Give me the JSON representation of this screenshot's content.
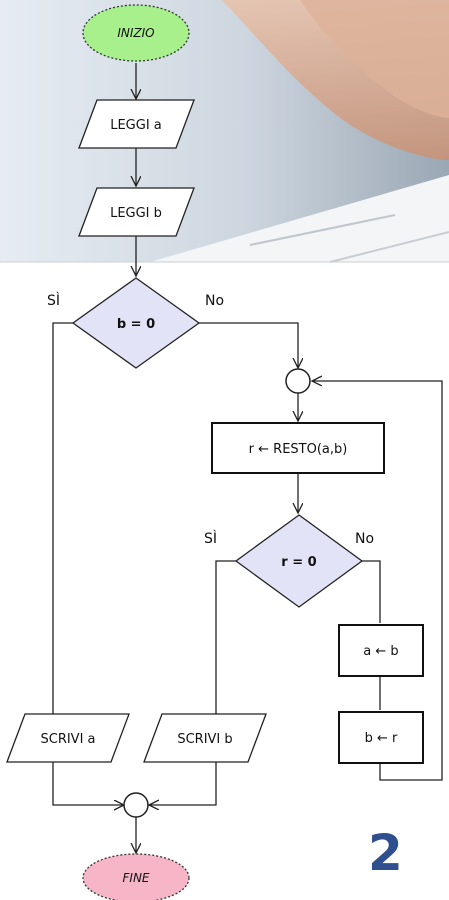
{
  "flowchart": {
    "start": "INIZIO",
    "read_a": "LEGGI a",
    "read_b": "LEGGI b",
    "decision_b": "b = 0",
    "decision_b_yes": "SÌ",
    "decision_b_no": "No",
    "compute_r": "r ← RESTO(a,b)",
    "decision_r": "r = 0",
    "decision_r_yes": "SÌ",
    "decision_r_no": "No",
    "assign_a": "a ← b",
    "assign_b": "b ← r",
    "write_a": "SCRIVI a",
    "write_b": "SCRIVI b",
    "end": "FINE"
  },
  "slide_number": "2",
  "colors": {
    "start_fill": "#a8f08c",
    "end_fill": "#f7b6c8",
    "decision_fill": "#e3e3f8",
    "slide_number": "#2f4f8f"
  }
}
